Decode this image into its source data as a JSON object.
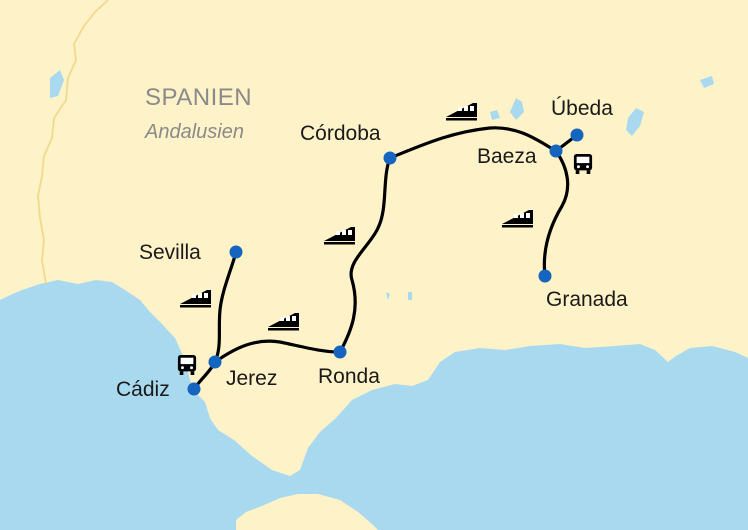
{
  "map": {
    "country": "SPANIEN",
    "region": "Andalusien",
    "colors": {
      "sea": "#a9d9ee",
      "land": "#fdf2c8",
      "border": "#f2d98c",
      "inland_water": "#a9d9ee",
      "route": "#000000",
      "city_marker": "#1565c0"
    },
    "cities": [
      {
        "id": "sevilla",
        "name": "Sevilla"
      },
      {
        "id": "cadiz",
        "name": "Cádiz"
      },
      {
        "id": "jerez",
        "name": "Jerez"
      },
      {
        "id": "ronda",
        "name": "Ronda"
      },
      {
        "id": "cordoba",
        "name": "Córdoba"
      },
      {
        "id": "baeza",
        "name": "Baeza"
      },
      {
        "id": "ubeda",
        "name": "Úbeda"
      },
      {
        "id": "granada",
        "name": "Granada"
      }
    ],
    "transport_icons": [
      {
        "type": "train-icon",
        "segment": "Sevilla – Jerez"
      },
      {
        "type": "bus-icon",
        "segment": "Jerez – Cádiz"
      },
      {
        "type": "train-icon",
        "segment": "Jerez – Ronda"
      },
      {
        "type": "train-icon",
        "segment": "Ronda – Córdoba"
      },
      {
        "type": "train-icon",
        "segment": "Córdoba – Baeza"
      },
      {
        "type": "bus-icon",
        "segment": "Baeza – Úbeda"
      },
      {
        "type": "train-icon",
        "segment": "Baeza – Granada"
      }
    ]
  }
}
